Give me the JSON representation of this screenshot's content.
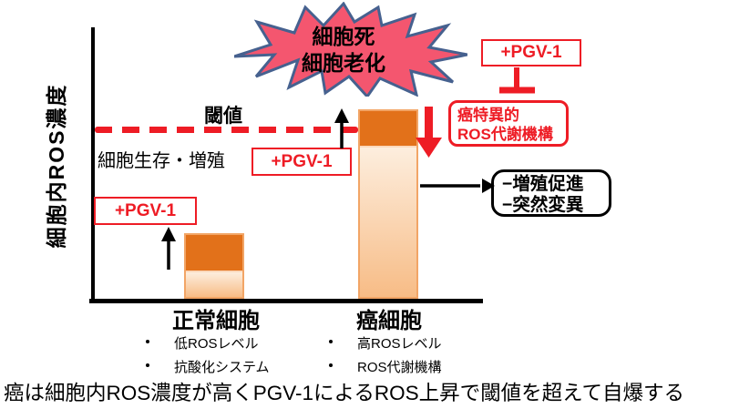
{
  "colors": {
    "accent_red": "#EE1C25",
    "burst_fill": "#F4566F",
    "burst_stroke": "#46618F",
    "bar_cap_orange": "#E2711A",
    "bar_body_top": "#FDEEDE",
    "bar_body_bottom": "#F7BC86",
    "bar_border": "#F2A566"
  },
  "y_axis": {
    "label": "細胞内ROS濃度"
  },
  "threshold": {
    "label": "閾値"
  },
  "survival": {
    "label": "細胞生存・増殖"
  },
  "burst": {
    "line1": "細胞死",
    "line2": "細胞老化"
  },
  "pgv1": {
    "normal_label": "+PGV-1",
    "cancer_label": "+PGV-1",
    "top_label": "+PGV-1"
  },
  "mechanism_box": {
    "line1": "癌特異的",
    "line2": "ROS代謝機構"
  },
  "effects_box": {
    "line1": "−増殖促進",
    "line2": "−突然変異"
  },
  "groups": [
    {
      "label": "正常細胞",
      "bullets": [
        "低ROSレベル",
        "抗酸化システム"
      ]
    },
    {
      "label": "癌細胞",
      "bullets": [
        "高ROSレベル",
        "ROS代謝機構"
      ]
    }
  ],
  "caption": "癌は細胞内ROS濃度が高くPGV-1によるROS上昇で閾値を超えて自爆する"
}
